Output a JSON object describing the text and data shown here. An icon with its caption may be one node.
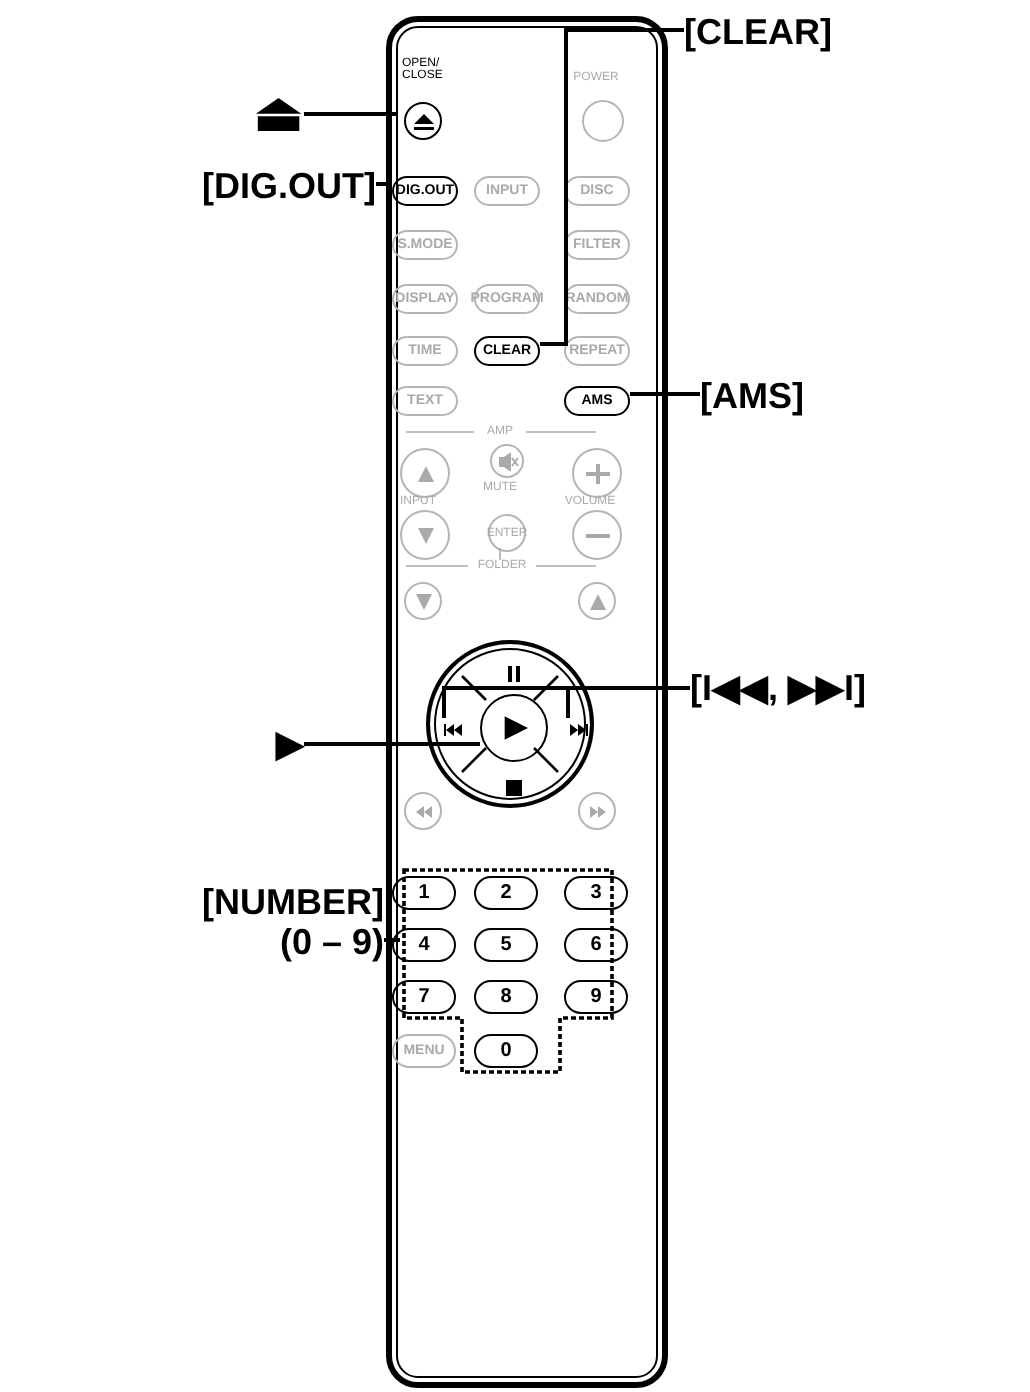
{
  "diagram": {
    "nodes": [
      {
        "text": [],
        "shape": "box"
      },
      {
        "text": [],
        "shape": "circle",
        "in": 0
      },
      {
        "text": [],
        "shape": "circle",
        "in": 0
      },
      {
        "text": [
          "DIG.OUT"
        ],
        "in": 0
      },
      {
        "text": [
          "INPUT"
        ],
        "in": 0
      },
      {
        "text": [
          "DISC"
        ],
        "in": 0
      },
      {
        "text": [
          "S.MODE"
        ],
        "in": 0
      },
      {
        "text": [
          "FILTER"
        ],
        "in": 0
      },
      {
        "text": [
          "DISPLAY"
        ],
        "in": 0
      },
      {
        "text": [
          "PROGRAM"
        ],
        "in": 0
      },
      {
        "text": [
          "RANDOM"
        ],
        "in": 0
      },
      {
        "text": [
          "TIME"
        ],
        "in": 0
      },
      {
        "text": [
          "CLEAR"
        ],
        "in": 0
      },
      {
        "text": [
          "REPEAT"
        ],
        "in": 0
      },
      {
        "text": [
          "TEXT"
        ],
        "in": 0
      },
      {
        "text": [
          "AMS"
        ],
        "in": 0
      },
      {
        "text": [],
        "shape": "circle",
        "in": 0
      },
      {
        "text": [],
        "shape": "circle",
        "in": 0
      },
      {
        "text": [],
        "shape": "circle",
        "in": 0
      },
      {
        "text": [],
        "shape": "circle",
        "in": 0
      },
      {
        "text": [
          "ENTER"
        ],
        "in": 0
      },
      {
        "text": [],
        "shape": "circle",
        "in": 0
      },
      {
        "text": [],
        "shape": "circle",
        "in": 0
      },
      {
        "text": [],
        "shape": "circle",
        "in": 0
      },
      {
        "text": [],
        "shape": "circle",
        "in": 0
      },
      {
        "text": [],
        "shape": "box",
        "in": 24
      },
      {
        "text": [],
        "shape": "box",
        "in": 24
      },
      {
        "text": [],
        "shape": "circle",
        "in": 24
      },
      {
        "text": [],
        "shape": "box",
        "in": 24
      },
      {
        "text": [],
        "shape": "box",
        "in": 24
      },
      {
        "text": [],
        "shape": "circle",
        "in": 0
      },
      {
        "text": [],
        "shape": "circle",
        "in": 0
      },
      {
        "text": [],
        "shape": "box",
        "in": 0
      },
      {
        "text": [
          "1"
        ],
        "in": 32
      },
      {
        "text": [
          "2"
        ],
        "in": 32
      },
      {
        "text": [
          "3"
        ],
        "in": 32
      },
      {
        "text": [
          "4"
        ],
        "in": 32
      },
      {
        "text": [
          "5"
        ],
        "in": 32
      },
      {
        "text": [
          "6"
        ],
        "in": 32
      },
      {
        "text": [
          "7"
        ],
        "in": 32
      },
      {
        "text": [
          "8"
        ],
        "in": 32
      },
      {
        "text": [
          "9"
        ],
        "in": 32
      },
      {
        "text": [
          "0"
        ],
        "in": 32
      },
      {
        "text": [
          "MENU"
        ],
        "in": 0
      },
      {
        "text": [
          "⏏"
        ]
      },
      {
        "text": [
          "[DIG.OUT]"
        ]
      },
      {
        "text": [
          "[CLEAR]"
        ]
      },
      {
        "text": [
          "[AMS]"
        ]
      },
      {
        "text": [
          "[I◀◀, ▶▶I]"
        ]
      },
      {
        "text": [
          "▶"
        ]
      },
      {
        "text": [
          "[NUMBER]",
          "(0 – 9)"
        ]
      }
    ],
    "edges": [
      {
        "from": 44,
        "to": 1,
        "arrow": "none"
      },
      {
        "from": 45,
        "to": 3,
        "arrow": "none"
      },
      {
        "from": 46,
        "to": 12,
        "arrow": "none"
      },
      {
        "from": 47,
        "to": 15,
        "arrow": "none"
      },
      {
        "from": 48,
        "to": 26,
        "arrow": "none"
      },
      {
        "from": 48,
        "to": 28,
        "arrow": "none"
      },
      {
        "from": 49,
        "to": 27,
        "arrow": "none"
      },
      {
        "from": 50,
        "to": 32,
        "arrow": "none"
      }
    ],
    "labels": [
      "OPEN/ CLOSE",
      "POWER",
      "AMP",
      "INPUT",
      "MUTE",
      "VOLUME",
      "FOLDER"
    ]
  }
}
